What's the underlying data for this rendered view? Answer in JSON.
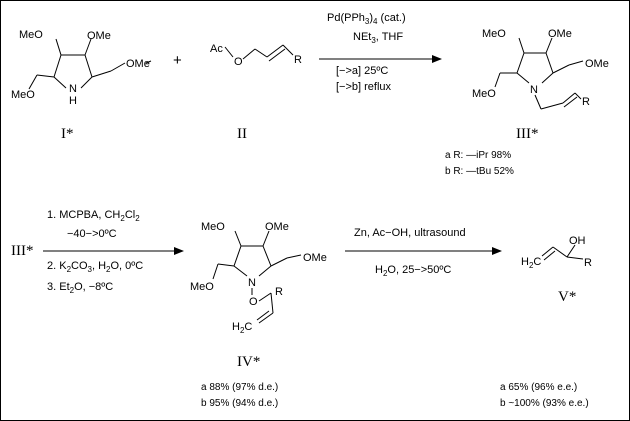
{
  "compounds": {
    "I": "I*",
    "II": "II",
    "III": "III*",
    "III_ref": "III*",
    "IV": "IV*",
    "V": "V*"
  },
  "atoms": {
    "MeO": "MeO",
    "Me": "Me",
    "OMe": "OMe",
    "N": "N",
    "H": "H",
    "O": "O",
    "R": "R",
    "Ac": "Ac",
    "H2C": "H",
    "C_tail": "C",
    "OH": "OH"
  },
  "plus": "+",
  "step1": {
    "catalyst": "Pd(PPh",
    "catalyst_sub": "3",
    "catalyst_post": ")",
    "catalyst_sub2": "4",
    "catalyst_tail": " (cat.)",
    "reagents": "NEt",
    "reagents_sub": "3",
    "reagents_tail": ",  THF",
    "cond_a": "[−>a]  25ºC",
    "cond_b": "[−>b]  reflux"
  },
  "yields_III": {
    "a": "a  R:  —iPr  98%",
    "b": "b  R:  —tBu  52%"
  },
  "step2": {
    "line1": "1.  MCPBA,   CH",
    "line1_sub": "2",
    "line1_mid": "Cl",
    "line1_sub2": "2",
    "line2": "−40−>0ºC",
    "line3": "2.  K",
    "line3_sub": "2",
    "line3_mid": "CO",
    "line3_sub2": "3",
    "line3_tail": ",   H",
    "line3_sub3": "2",
    "line3_tail2": "O,   0ºC",
    "line4": "3.  Et",
    "line4_sub": "2",
    "line4_tail": "O,   −8ºC"
  },
  "step3": {
    "line1": "Zn,  Ac−OH,  ultrasound",
    "line2": "H",
    "line2_sub": "2",
    "line2_tail": "O,   25−>50ºC"
  },
  "yields_IV": {
    "a": "a  88%  (97% d.e.)",
    "b": "b  95%  (94% d.e.)"
  },
  "yields_V": {
    "a": "a     65%  (96% e.e.)",
    "b": "b  ~100%  (93% e.e.)"
  }
}
